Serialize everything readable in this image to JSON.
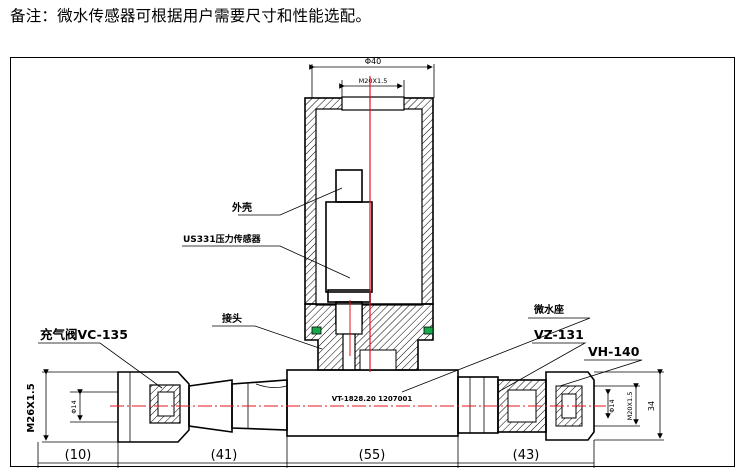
{
  "note": "备注：微水传感器可根据用户需要尺寸和性能选配。",
  "labels": {
    "shell": "外壳",
    "sensor": "US331压力传感器",
    "joint": "接头",
    "valve": "充气阀VC-135",
    "base": "微水座",
    "vz": "VZ-131",
    "vh": "VH-140",
    "body_text": "VT-1828.20 1207001"
  },
  "dimensions": {
    "top_diameter": "Φ40",
    "top_thread": "M20X1.5",
    "left_thread": "M26X1.5",
    "left_bore": "Φ14",
    "right_bore": "Φ14",
    "right_thread": "M20X1.5",
    "right_width": "34",
    "seg_1": "(10)",
    "seg_2": "(41)",
    "seg_3": "(55)",
    "seg_4": "(43)"
  },
  "colors": {
    "centerline": "#e0141e",
    "seal": "#17a84a",
    "line": "#000000"
  }
}
